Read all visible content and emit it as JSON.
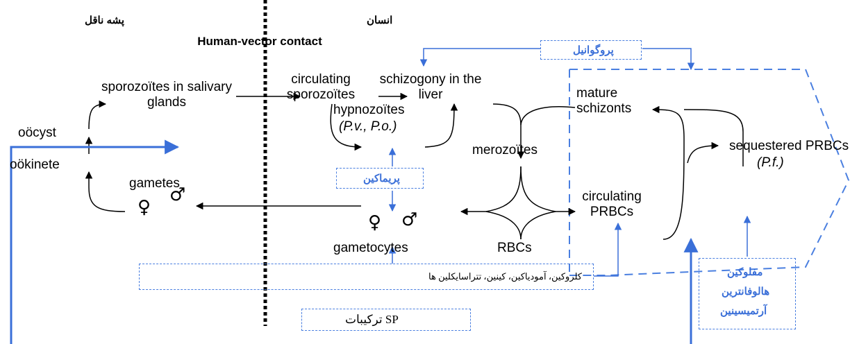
{
  "headers": {
    "vector": "پشه ناقل",
    "human": "انسان",
    "contact": "Human-vector contact"
  },
  "stages": {
    "sporozoites_glands": "sporozoïtes in salivary glands",
    "oocyst": "oöcyst",
    "ookinete": "oökinete",
    "gametes": "gametes",
    "circulating_sporozoites": "circulating sporozoïtes",
    "schizogony": "schizogony in the liver",
    "hypnozoites": "hypnozoïtes",
    "hypnozoites_species": "(P.v., P.o.)",
    "merozoites": "merozoïtes",
    "mature_schizonts": "mature schizonts",
    "sequestered": "sequestered PRBCs",
    "sequestered_species": "(P.f.)",
    "circulating_prbcs": "circulating PRBCs",
    "gametocytes": "gametocytes",
    "rbcs": "RBCs"
  },
  "symbols": {
    "female": "♀",
    "male": "♂"
  },
  "drugs": {
    "proguanil": "پروگوانیل",
    "primaquine": "پریماکین",
    "chloroquine_group": "کلروکین، آمودیاکین، کینین، تتراسایکلین ها",
    "sp": "ترکیبات SP",
    "mefloquine": "مفلوکین",
    "halofantrine": "هالوفانترین",
    "artemisinin": "آرتمیسینین"
  },
  "colors": {
    "drug_blue": "#3a6fd8",
    "box_border": "#4a7fe0",
    "arrow_black": "#000000"
  }
}
